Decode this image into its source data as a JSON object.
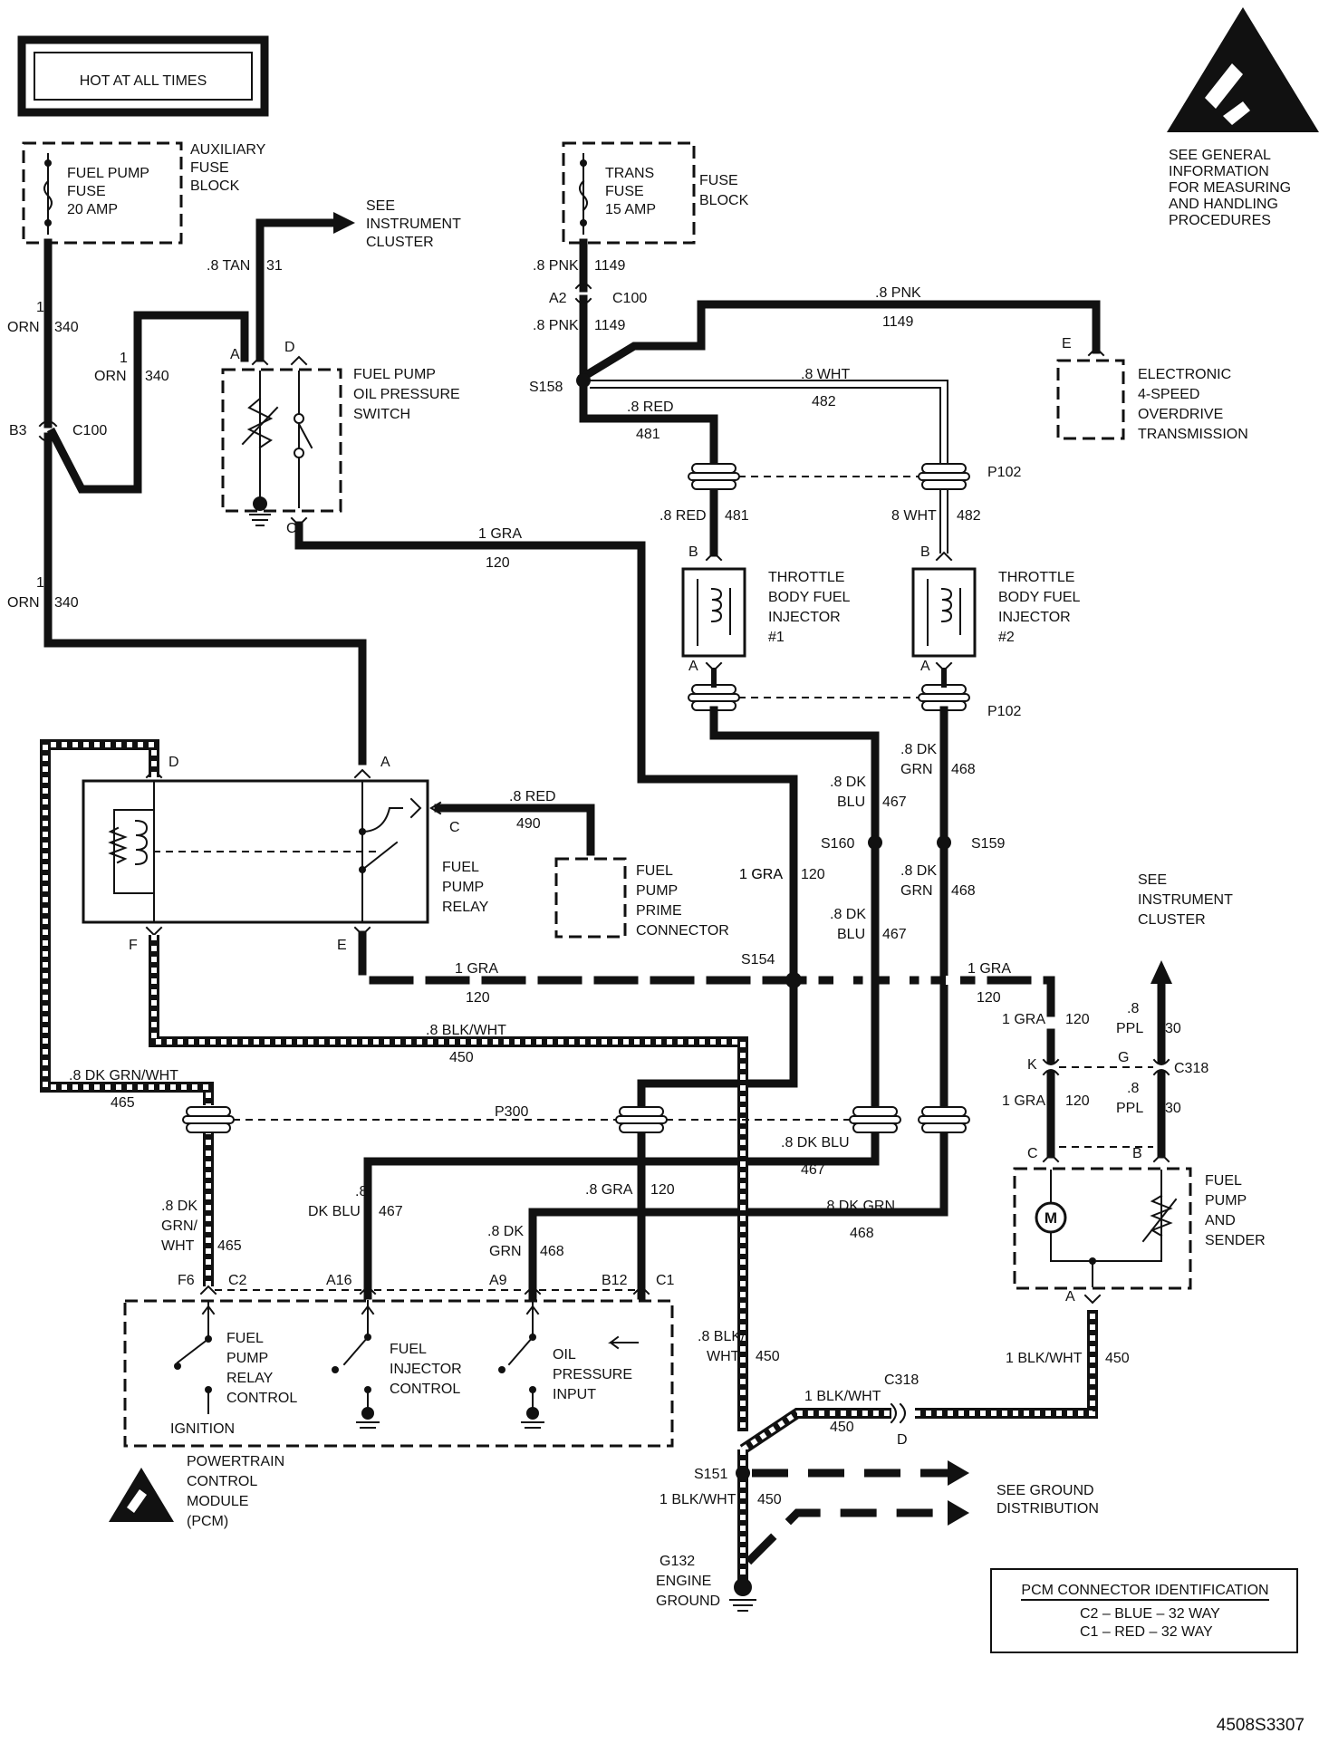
{
  "header": {
    "hot_label": "HOT AT ALL TIMES"
  },
  "esd_note": [
    "SEE GENERAL",
    "INFORMATION",
    "FOR MEASURING",
    "AND HANDLING",
    "PROCEDURES"
  ],
  "fuses": {
    "fuel_pump": [
      "FUEL PUMP",
      "FUSE",
      "20 AMP"
    ],
    "aux_block": [
      "AUXILIARY",
      "FUSE",
      "BLOCK"
    ],
    "trans": [
      "TRANS",
      "FUSE",
      "15 AMP"
    ],
    "fuse_block": [
      "FUSE",
      "BLOCK"
    ]
  },
  "components": {
    "oil_switch": [
      "FUEL PUMP",
      "OIL PRESSURE",
      "SWITCH"
    ],
    "etrans": [
      "ELECTRONIC",
      "4-SPEED",
      "OVERDRIVE",
      "TRANSMISSION"
    ],
    "inj1": [
      "THROTTLE",
      "BODY FUEL",
      "INJECTOR",
      "#1"
    ],
    "inj2": [
      "THROTTLE",
      "BODY FUEL",
      "INJECTOR",
      "#2"
    ],
    "relay": [
      "FUEL",
      "PUMP",
      "RELAY"
    ],
    "prime": [
      "FUEL",
      "PUMP",
      "PRIME",
      "CONNECTOR"
    ],
    "instrument1": [
      "SEE",
      "INSTRUMENT",
      "CLUSTER"
    ],
    "instrument2": [
      "SEE",
      "INSTRUMENT",
      "CLUSTER"
    ],
    "pump_sender": [
      "FUEL",
      "PUMP",
      "AND",
      "SENDER"
    ],
    "pump_motor": "M",
    "pcm_relay": [
      "FUEL",
      "PUMP",
      "RELAY",
      "CONTROL"
    ],
    "pcm_ign": "IGNITION",
    "pcm_inj": [
      "FUEL",
      "INJECTOR",
      "CONTROL"
    ],
    "pcm_oil": [
      "OIL",
      "PRESSURE",
      "INPUT"
    ],
    "pcm": [
      "POWERTRAIN",
      "CONTROL",
      "MODULE",
      "(PCM)"
    ],
    "ground_dist": [
      "SEE GROUND",
      "DISTRIBUTION"
    ],
    "g132": [
      "G132",
      "ENGINE",
      "GROUND"
    ]
  },
  "pcm_connector": {
    "title": "PCM CONNECTOR IDENTIFICATION",
    "rows": [
      "C2 – BLUE   – 32 WAY",
      "C1 – RED    – 32 WAY"
    ]
  },
  "part_number": "4508S3307",
  "wire_labels": {
    "tan": ".8 TAN",
    "c31": "31",
    "orn1": "1",
    "orn1b": "ORN",
    "c340": "340",
    "orn2": "1",
    "orn2b": "ORN",
    "c340b": "340",
    "orn3": "1",
    "orn3b": "ORN",
    "c340c": "340",
    "pnk1": ".8 PNK",
    "c1149a": "1149",
    "pnk2": ".8 PNK",
    "c1149b": "1149",
    "pnk3": ".8 PNK",
    "c1149c": "1149",
    "red1": ".8 RED",
    "c481a": "481",
    "red2": ".8 RED",
    "c481b": "481",
    "wht1": ".8 WHT",
    "c482a": "482",
    "wht2": "8 WHT",
    "c482b": "482",
    "gra1": "1 GRA",
    "c120a": "120",
    "gra2": "1 GRA",
    "c120b": "120",
    "gra3": "1 GRA",
    "c120c": "120",
    "gra4": "1 GRA",
    "c120d": "120",
    "gra5": "1 GRA",
    "c120e": "120",
    "gra6": "1 GRA",
    "c120f": "120",
    "gra7": ".8 GRA",
    "c120g": "120",
    "red3": ".8 RED",
    "c490": "490",
    "dkblu1": ".8 DK",
    "dkblu1b": "BLU",
    "c467a": "467",
    "dkblu2": ".8 DK",
    "dkblu2b": "BLU",
    "c467b": "467",
    "dkblu3": ".8 DK BLU",
    "c467c": "467",
    "dkblu4": ".8",
    "dkblu4b": "DK BLU",
    "c467d": "467",
    "dkgrn1": ".8 DK",
    "dkgrn1b": "GRN",
    "c468a": "468",
    "dkgrn2": ".8 DK",
    "dkgrn2b": "GRN",
    "c468b": "468",
    "dkgrn3": ".8 DK GRN",
    "c468c": "468",
    "dkgrn4": ".8 DK",
    "dkgrn4b": "GRN",
    "c468d": "468",
    "blkwht1": ".8 BLK/WHT",
    "c450a": "450",
    "blkwht2": ".8 BLK/",
    "blkwht2b": "WHT",
    "c450b": "450",
    "blkwht3": "1 BLK/WHT",
    "c450c": "450",
    "blkwht4": "1 BLK/WHT",
    "c450d": "450",
    "blkwht5": "1 BLK/WHT",
    "c450e": "450",
    "dkgrnwht1": ".8 DK GRN/WHT",
    "c465a": "465",
    "dkgrnwht2": ".8 DK",
    "dkgrnwht2b": "GRN/",
    "dkgrnwht2c": "WHT",
    "c465b": "465",
    "ppl1": ".8",
    "ppl1b": "PPL",
    "c30a": "30",
    "ppl2": ".8",
    "ppl2b": "PPL",
    "c30b": "30"
  },
  "connectors": {
    "c100a": "C100",
    "b3": "B3",
    "c100b": "C100",
    "a2": "A2",
    "s158": "S158",
    "p102a": "P102",
    "p102b": "P102",
    "s160": "S160",
    "s159": "S159",
    "s154": "S154",
    "p300": "P300",
    "c318a": "C318",
    "c318b": "C318",
    "s151": "S151",
    "pin_a1": "A",
    "pin_d1": "D",
    "pin_c1": "C",
    "pin_e": "E",
    "pin_b1": "B",
    "pin_b2": "B",
    "pin_a2": "A",
    "pin_a3": "A",
    "pin_d2": "D",
    "pin_a4": "A",
    "pin_c2": "C",
    "pin_f": "F",
    "pin_e2": "E",
    "pin_k": "K",
    "pin_g": "G",
    "pin_c3": "C",
    "pin_b3": "B",
    "pin_a5": "A",
    "pin_d3": "D",
    "f6": "F6",
    "c2": "C2",
    "a16": "A16",
    "a9": "A9",
    "b12": "B12",
    "c1": "C1"
  }
}
